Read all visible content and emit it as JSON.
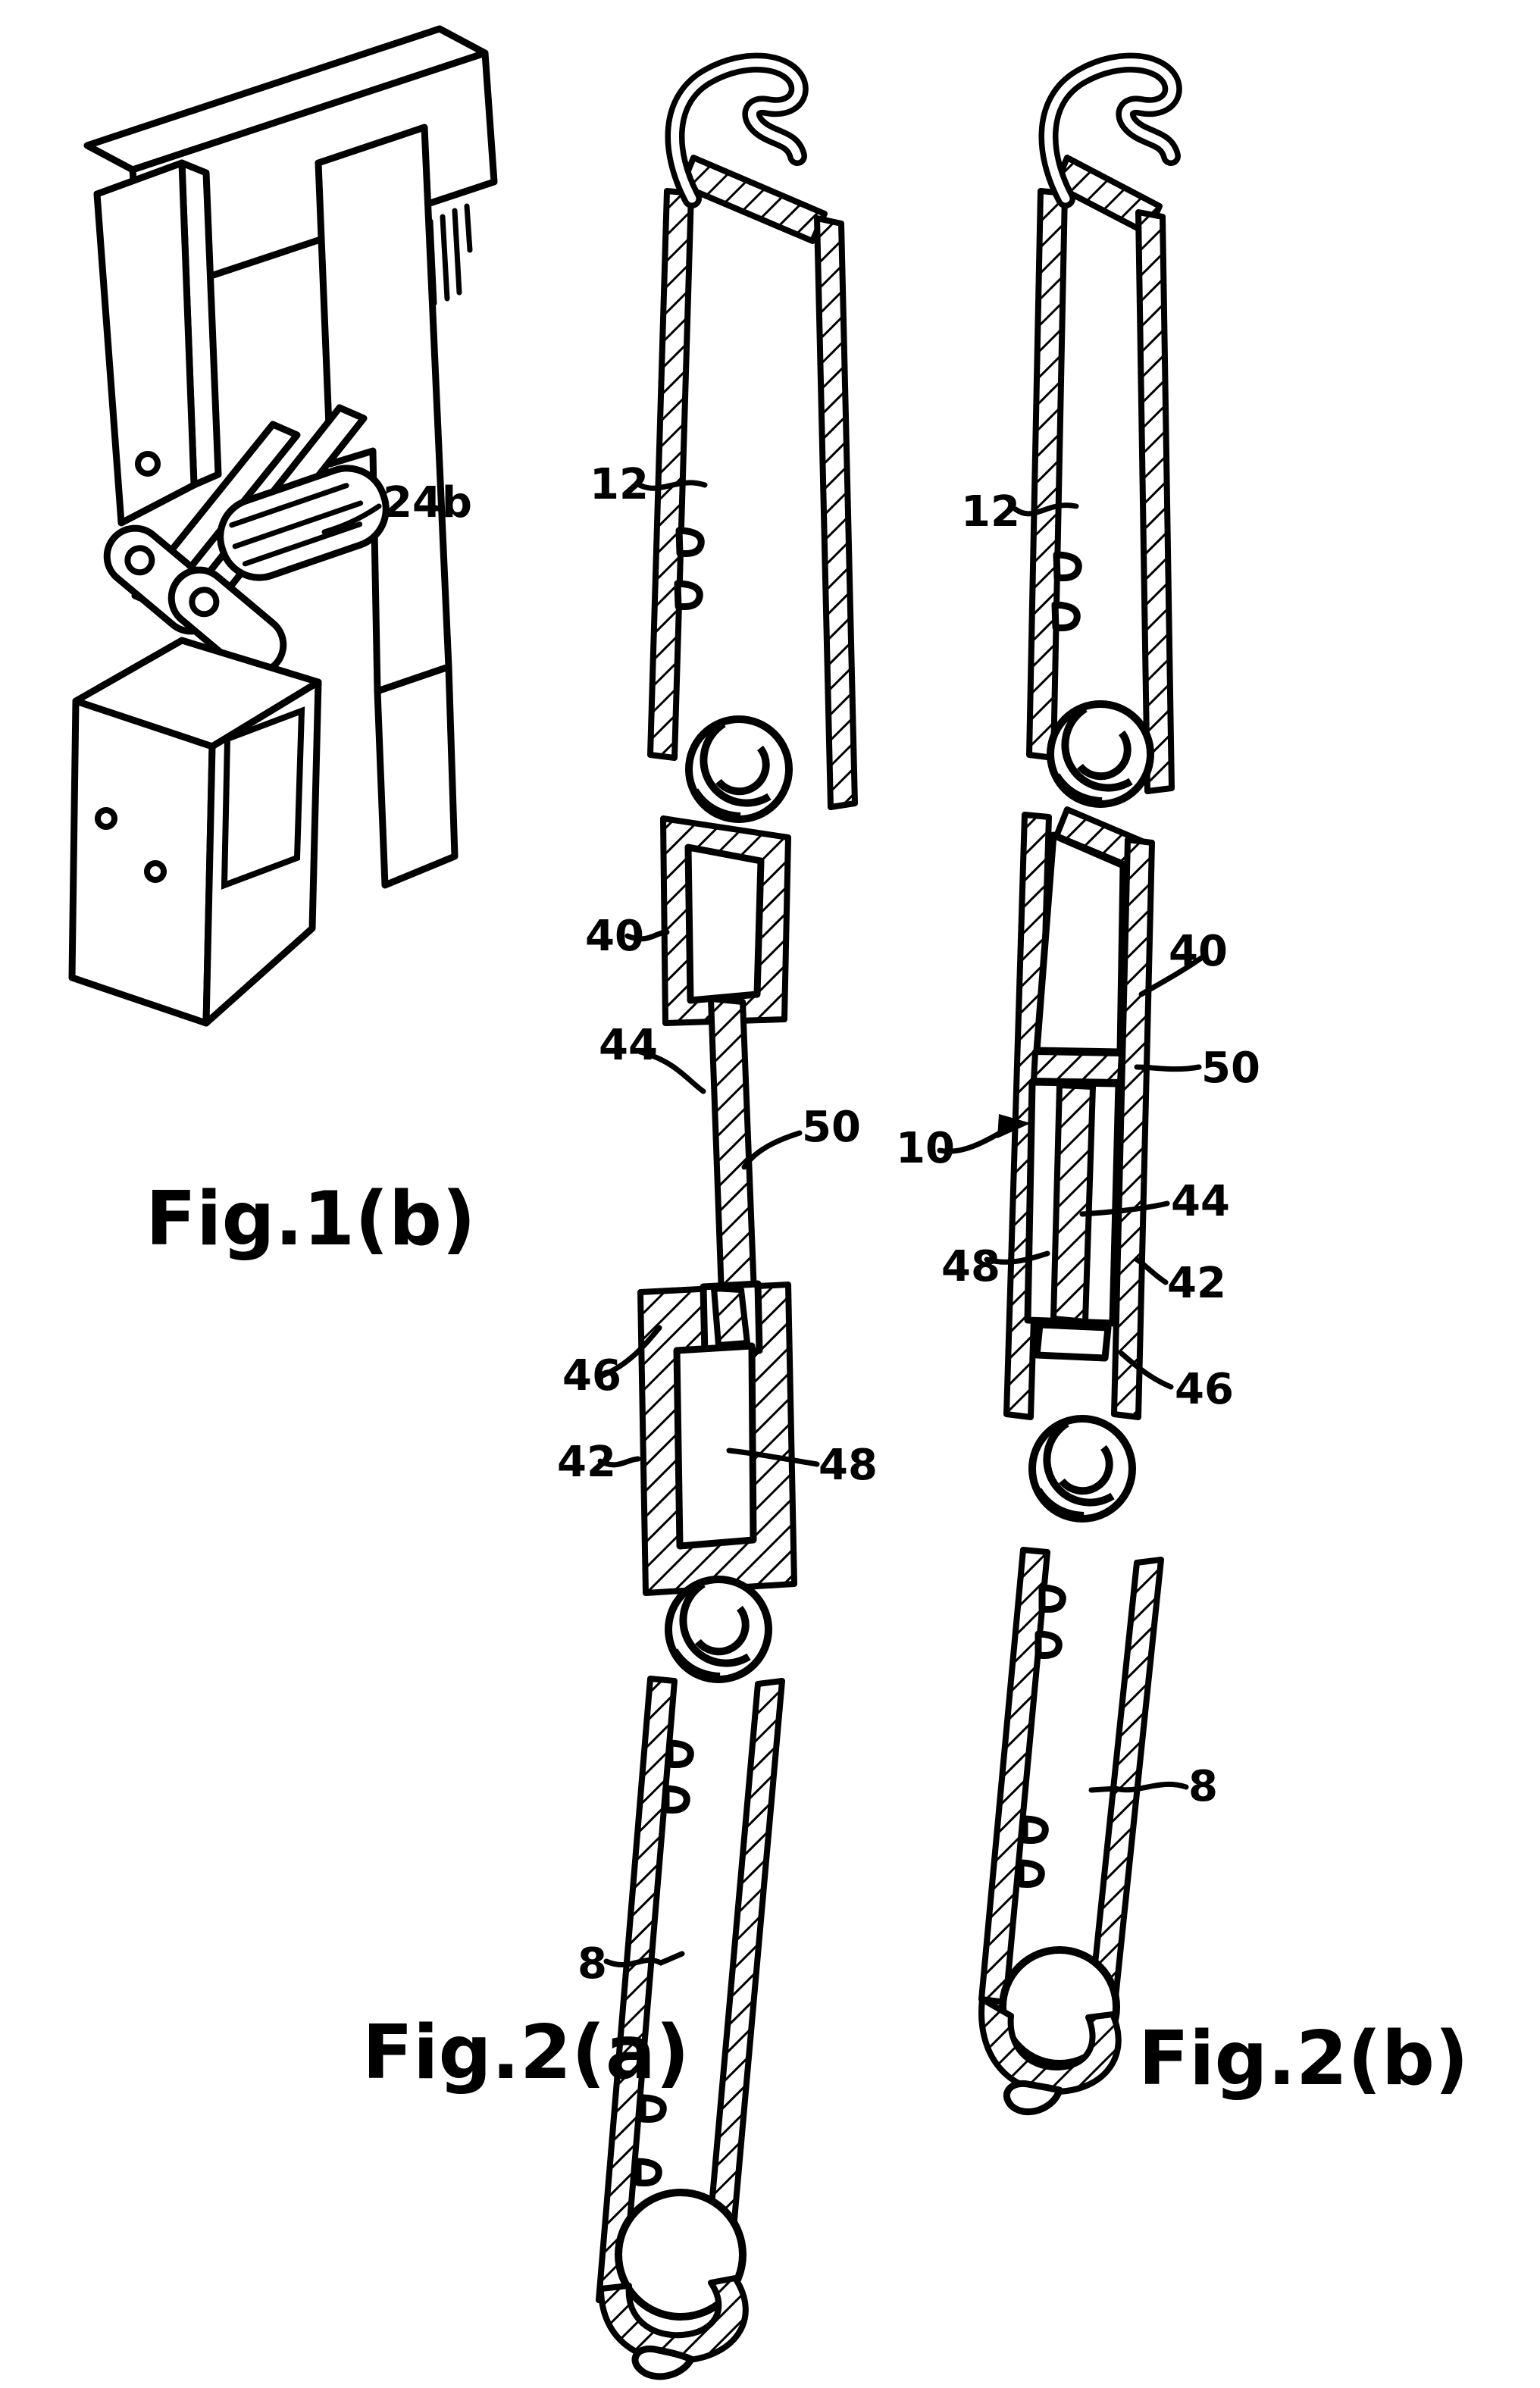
{
  "colors": {
    "ink": "#000000",
    "paper": "#ffffff"
  },
  "figures": {
    "fig1b": {
      "caption": "Fig.1(b)",
      "labels": {
        "24b": "24b"
      }
    },
    "fig2a": {
      "caption": "Fig.2(a)",
      "labels": {
        "12": "12",
        "40": "40",
        "44": "44",
        "50": "50",
        "46": "46",
        "42": "42",
        "48": "48",
        "8": "8"
      }
    },
    "fig2b": {
      "caption": "Fig.2(b)",
      "labels": {
        "12": "12",
        "40": "40",
        "50": "50",
        "10": "10",
        "44": "44",
        "48": "48",
        "42": "42",
        "46": "46",
        "8": "8"
      }
    }
  }
}
